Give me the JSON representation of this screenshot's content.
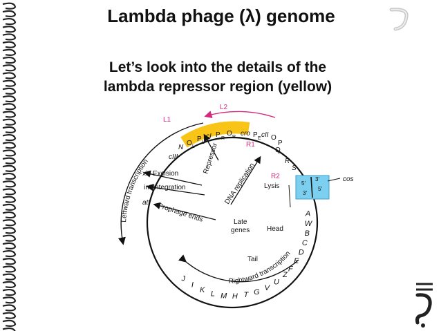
{
  "slide": {
    "title": "Lambda phage (λ) genome",
    "subtitle_line1": "Let’s look into the details of the",
    "subtitle_line2": "lambda repressor region (yellow)"
  },
  "diagram": {
    "L2": "L2",
    "L1": "L1",
    "leftward": "Leftward transcription",
    "rightward": "Rightward transcription",
    "O_L": "O",
    "P_L": "P",
    "cI": "cI",
    "P_R": "P",
    "O_R": "O",
    "sub_L1": "L",
    "sub_L2": "L",
    "sub_R1": "R",
    "sub_R2": "R",
    "cro": "cro",
    "P_E": "P",
    "sub_E": "E",
    "cII": "cII",
    "O": "O",
    "P": "P",
    "Q": "Q",
    "R1": "R1",
    "R2": "R2",
    "R": "R",
    "S": "S",
    "N": "N",
    "cIII": "cIII",
    "xis_excision": "xis Excision",
    "int_integration": "int  Integration",
    "att_prophage": "att",
    "prophage_ends": "Prophage ends",
    "repressor": "Repressor",
    "dna_replication": "DNA replication",
    "lysis": "Lysis",
    "late_genes_1": "Late",
    "late_genes_2": "genes",
    "head": "Head",
    "tail": "Tail",
    "cos": "cos",
    "cos_5a": "5′",
    "cos_3a": "3′",
    "cos_3b": "3′",
    "cos_5b": "5′",
    "right_genes": [
      "A",
      "W",
      "B",
      "C",
      "D",
      "E",
      "F"
    ],
    "bottom_genes": [
      "Z",
      "U",
      "V",
      "G",
      "T",
      "H",
      "M",
      "L",
      "K",
      "I",
      "J"
    ],
    "colors": {
      "repressor_region": "#f7c417",
      "cos_box": "#7dcff0",
      "pink": "#d6287e"
    }
  }
}
